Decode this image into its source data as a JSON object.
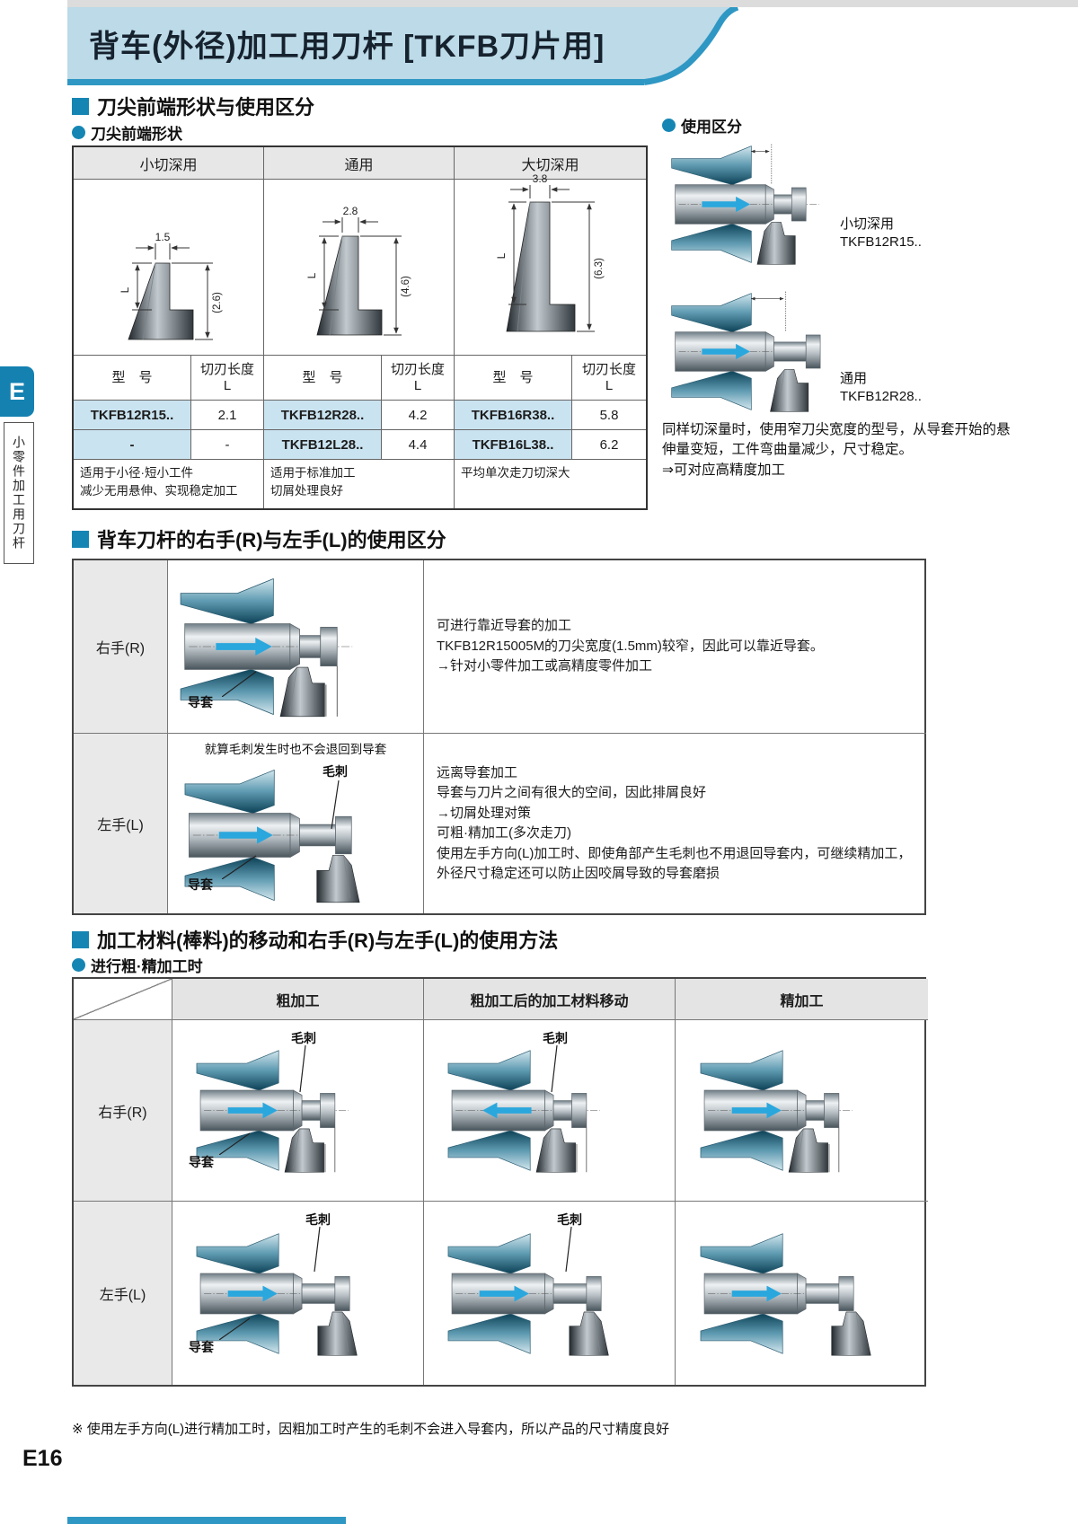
{
  "page": {
    "title": "背车(外径)加工用刀杆 [TKFB刀片用]",
    "page_number": "E16",
    "sidebar": {
      "letter": "E",
      "label": "小零件加工用刀杆"
    },
    "footnote": "※ 使用左手方向(L)进行精加工时，因粗加工时产生的毛刺不会进入导套内，所以产品的尺寸精度良好"
  },
  "labels": {
    "burr": "毛刺",
    "guide": "导套"
  },
  "s1": {
    "title": "刀尖前端形状与使用区分",
    "sub_shape": "刀尖前端形状",
    "table": {
      "col_headers": [
        "小切深用",
        "通用",
        "大切深用"
      ],
      "dims": [
        {
          "w": "1.5",
          "h": "L",
          "t": "(2.6)"
        },
        {
          "w": "2.8",
          "h": "L",
          "t": "(4.6)"
        },
        {
          "w": "3.8",
          "h": "L",
          "t": "(6.3)"
        }
      ],
      "model_header": "型　号",
      "length_header": "切刃长度\nL",
      "rows": [
        [
          {
            "model": "TKFB12R15..",
            "len": "2.1"
          },
          {
            "model": "TKFB12R28..",
            "len": "4.2"
          },
          {
            "model": "TKFB16R38..",
            "len": "5.8"
          }
        ],
        [
          {
            "model": "-",
            "len": "-"
          },
          {
            "model": "TKFB12L28..",
            "len": "4.4"
          },
          {
            "model": "TKFB16L38..",
            "len": "6.2"
          }
        ]
      ],
      "notes": [
        "适用于小径·短小工件\n减少无用悬伸、实现稳定加工",
        "适用于标准加工\n切屑处理良好",
        "平均单次走刀切深大"
      ]
    },
    "usage": {
      "sub": "使用区分",
      "d1_label": "小切深用\nTKFB12R15..",
      "d2_label": "通用\nTKFB12R28..",
      "text": "同样切深量时，使用窄刀尖宽度的型号，从导套开始的悬伸量变短，工件弯曲量减少，尺寸稳定。",
      "result": "⇒可对应高精度加工"
    }
  },
  "s2": {
    "title": "背车刀杆的右手(R)与左手(L)的使用区分",
    "rows": [
      {
        "label": "右手(R)",
        "text": "可进行靠近导套的加工\nTKFB12R15005M的刀尖宽度(1.5mm)较窄，因此可以靠近导套。\n→针对小零件加工或高精度零件加工"
      },
      {
        "label": "左手(L)",
        "caption": "就算毛刺发生时也不会退回到导套",
        "text": "远离导套加工\n导套与刀片之间有很大的空间，因此排屑良好\n→切屑处理对策\n可粗·精加工(多次走刀)\n使用左手方向(L)加工时、即使角部产生毛刺也不用退回导套内，可继续精加工，\n外径尺寸稳定还可以防止因咬屑导致的导套磨损"
      }
    ]
  },
  "s3": {
    "title": "加工材料(棒料)的移动和右手(R)与左手(L)的使用方法",
    "sub": "进行粗·精加工时",
    "col_headers": [
      "粗加工",
      "粗加工后的加工材料移动",
      "精加工"
    ],
    "row_labels": [
      "右手(R)",
      "左手(L)"
    ]
  }
}
